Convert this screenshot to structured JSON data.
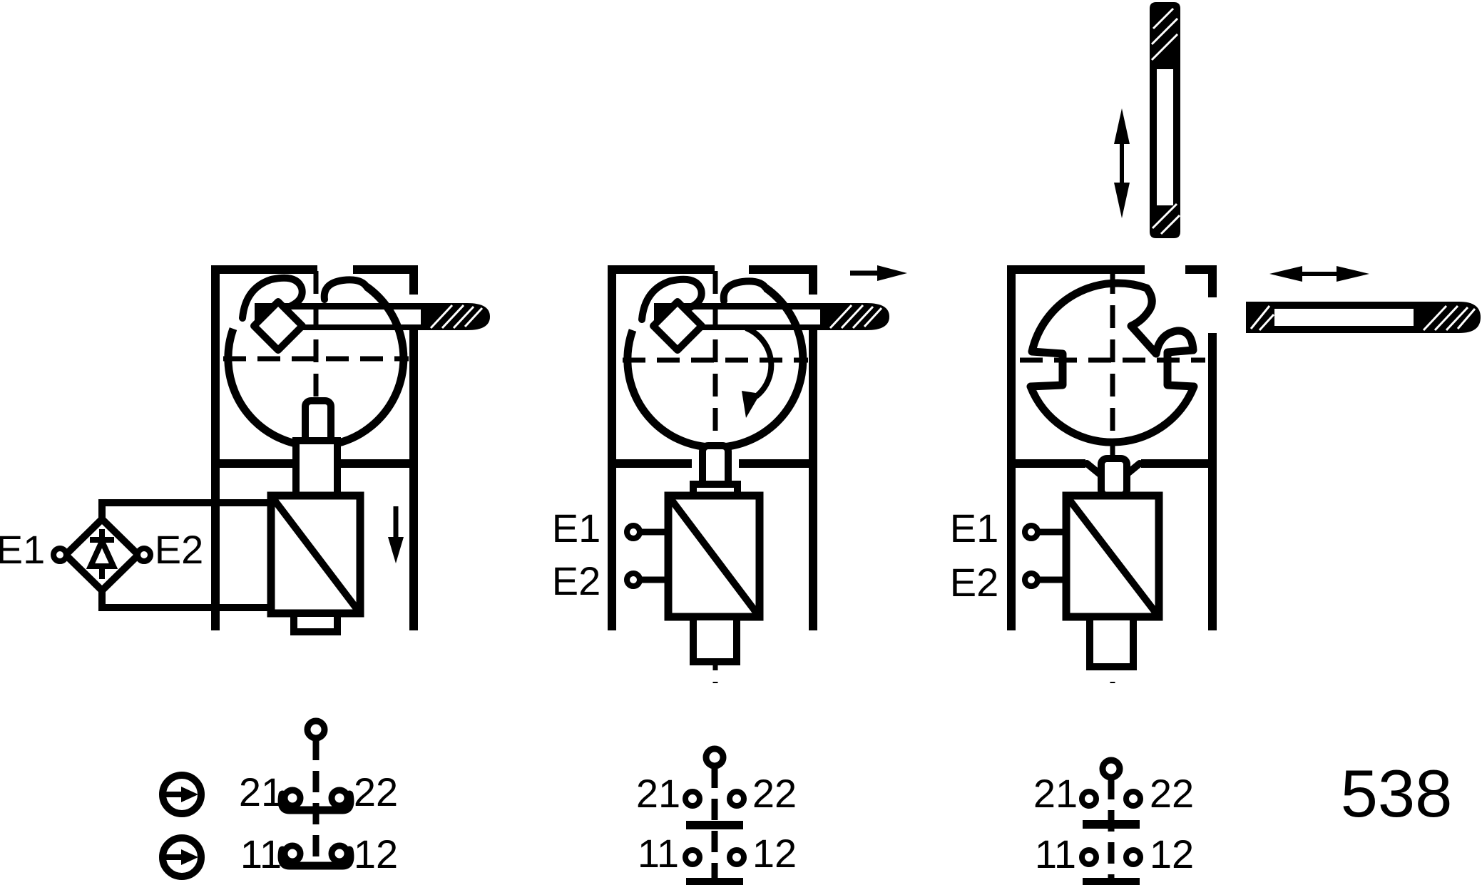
{
  "page": {
    "number": "538",
    "ink_color": "#000000",
    "background_color": "#ffffff"
  },
  "variants": [
    {
      "id": "actuator-inserted-solenoid-locked",
      "e1": "E1",
      "e2": "E2",
      "c21": "21",
      "c22": "22",
      "c11": "11",
      "c12": "12"
    },
    {
      "id": "actuator-withdrawing-cam-rotating",
      "e1": "E1",
      "e2": "E2",
      "c21": "21",
      "c22": "22",
      "c11": "11",
      "c12": "12"
    },
    {
      "id": "actuator-removed",
      "e1": "E1",
      "e2": "E2",
      "c21": "21",
      "c22": "22",
      "c11": "11",
      "c12": "12"
    }
  ]
}
